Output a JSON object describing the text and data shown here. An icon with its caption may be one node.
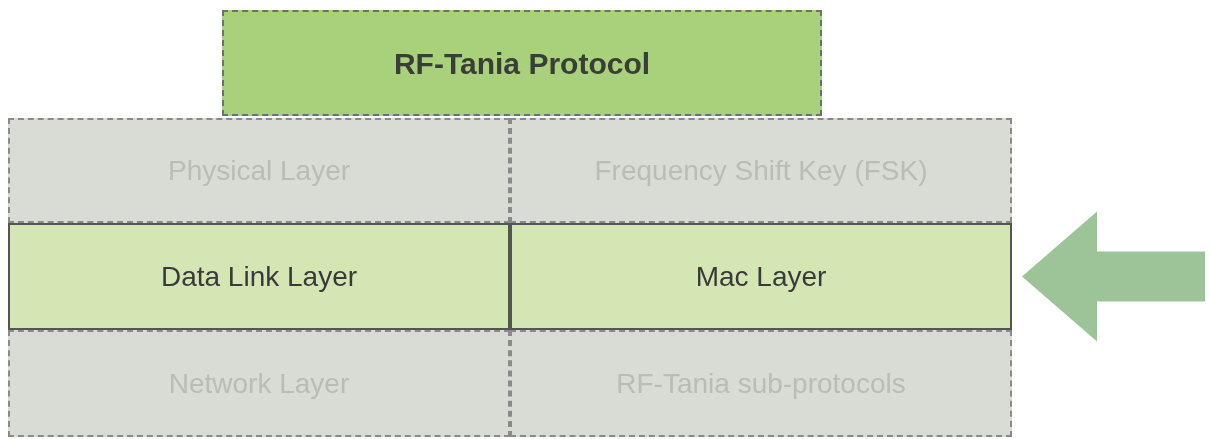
{
  "diagram": {
    "nodes": [
      {
        "text": [
          "RF-Tania Protocol"
        ]
      },
      {
        "text": [
          "Physical Layer"
        ]
      },
      {
        "text": [
          "Frequency Shift Key (FSK)"
        ]
      },
      {
        "text": [
          "Data Link Layer"
        ]
      },
      {
        "text": [
          "Mac Layer"
        ]
      },
      {
        "text": [
          "Network Layer"
        ]
      },
      {
        "text": [
          "RF-Tania sub-protocols"
        ]
      }
    ],
    "edges": [
      {
        "from": null,
        "to": 4,
        "arrow": "to"
      }
    ]
  }
}
